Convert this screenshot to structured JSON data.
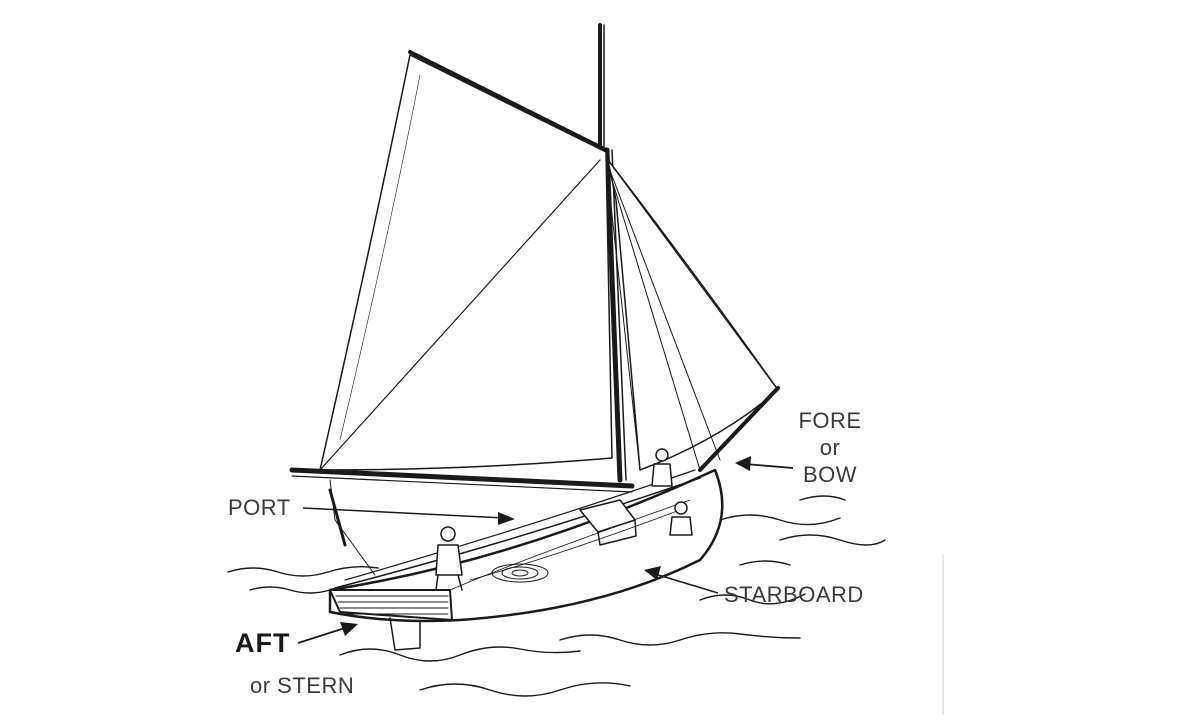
{
  "diagram": {
    "subject": "sailboat",
    "labels": {
      "fore": "FORE",
      "fore_or": "or",
      "bow": "BOW",
      "port": "PORT",
      "starboard": "STARBOARD",
      "aft": "AFT",
      "stern": "or STERN"
    },
    "ink_color": "#1a1a1a",
    "background_color": "#ffffff"
  }
}
